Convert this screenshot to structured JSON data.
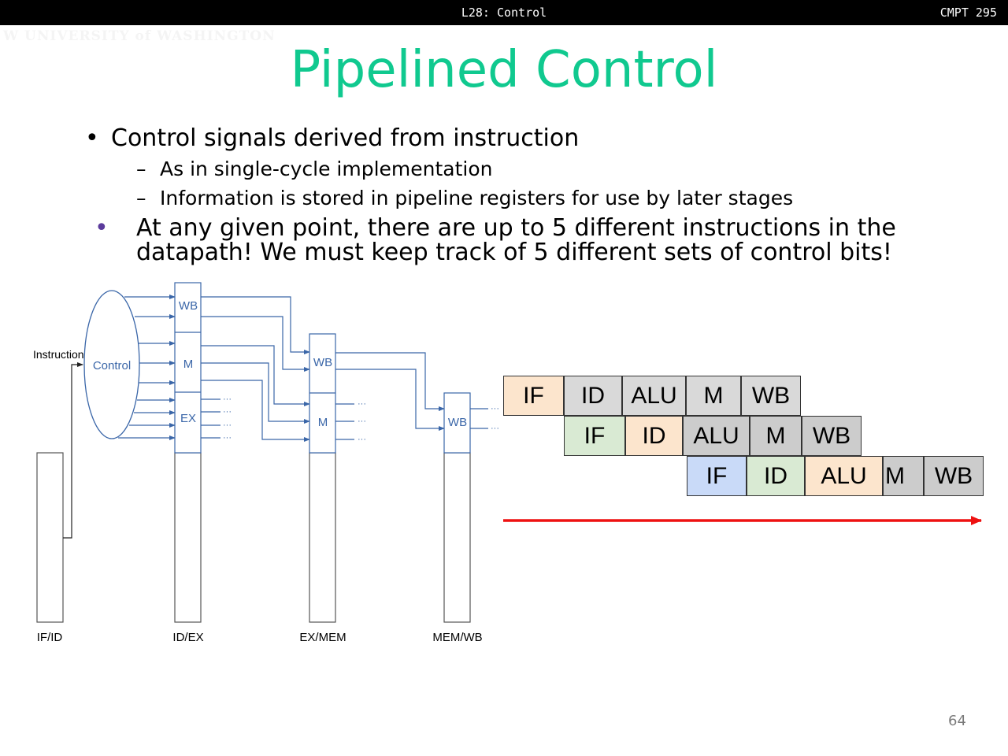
{
  "header": {
    "lecture": "L28: Control",
    "course": "CMPT 295",
    "logo_text": "W UNIVERSITY of WASHINGTON"
  },
  "slide": {
    "title": "Pipelined Control",
    "bullets": [
      {
        "text": "Control signals derived from instruction",
        "subs": [
          "As in single-cycle implementation",
          "Information is stored in pipeline registers for use by later stages"
        ]
      },
      {
        "text_line1": "At any given point, there are up to 5 different instructions in the",
        "text_line2": "datapath! We must keep track of 5 different sets of control bits!"
      }
    ],
    "bullet_glyph": "•",
    "dash_glyph": "–",
    "page_number": "64"
  },
  "diagram": {
    "instruction_label": "Instruction",
    "control_label": "Control",
    "id_ex_fields": [
      "WB",
      "M",
      "EX"
    ],
    "ex_mem_fields": [
      "WB",
      "M"
    ],
    "mem_wb_fields": [
      "WB"
    ],
    "ellipsis": "···",
    "register_labels": [
      "IF/ID",
      "ID/EX",
      "EX/MEM",
      "MEM/WB"
    ],
    "colors": {
      "wire": "#3a66a8",
      "register": "#555555"
    }
  },
  "pipeline": {
    "rows": [
      {
        "stages": [
          {
            "label": "IF",
            "color": "#fce5cd"
          },
          {
            "label": "ID",
            "color": "#d9d9d9"
          },
          {
            "label": "ALU",
            "color": "#d9d9d9"
          },
          {
            "label": "M",
            "color": "#d9d9d9"
          },
          {
            "label": "WB",
            "color": "#d9d9d9"
          }
        ]
      },
      {
        "stages": [
          {
            "label": "IF",
            "color": "#d9ead3"
          },
          {
            "label": "ID",
            "color": "#fce5cd"
          },
          {
            "label": "ALU",
            "color": "#cccccc"
          },
          {
            "label": "M",
            "color": "#cccccc"
          },
          {
            "label": "WB",
            "color": "#cccccc"
          }
        ]
      },
      {
        "stages": [
          {
            "label": "IF",
            "color": "#c9daf8"
          },
          {
            "label": "ID",
            "color": "#d9ead3"
          },
          {
            "label": "ALU",
            "color": "#fce5cd"
          },
          {
            "label": "M",
            "color": "#cccccc"
          },
          {
            "label": "WB",
            "color": "#cccccc"
          }
        ]
      }
    ],
    "arrow_color": "#ee1111"
  }
}
